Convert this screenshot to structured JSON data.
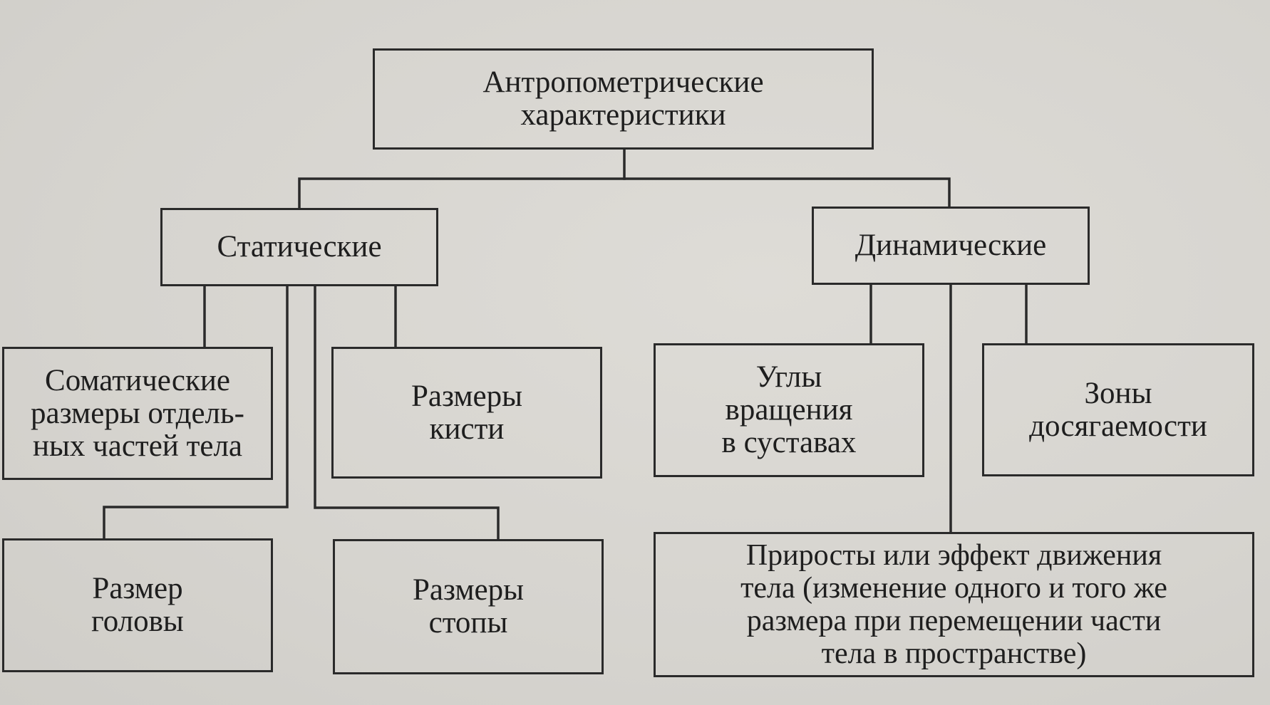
{
  "diagram": {
    "root": "Антропометрические\nхарактеристики",
    "static": {
      "label": "Статические",
      "children": {
        "somatic": "Соматические\nразмеры отдель-\nных частей тела",
        "hand": "Размеры\nкисти",
        "head": "Размер\nголовы",
        "foot": "Размеры\nстопы"
      }
    },
    "dynamic": {
      "label": "Динамические",
      "children": {
        "rotation": "Углы\nвращения\nв суставах",
        "reach": "Зоны\nдосягаемости",
        "increments": "Приросты или эффект движения\nтела (изменение одного и того же\nразмера при перемещении части\nтела в пространстве)"
      }
    }
  }
}
